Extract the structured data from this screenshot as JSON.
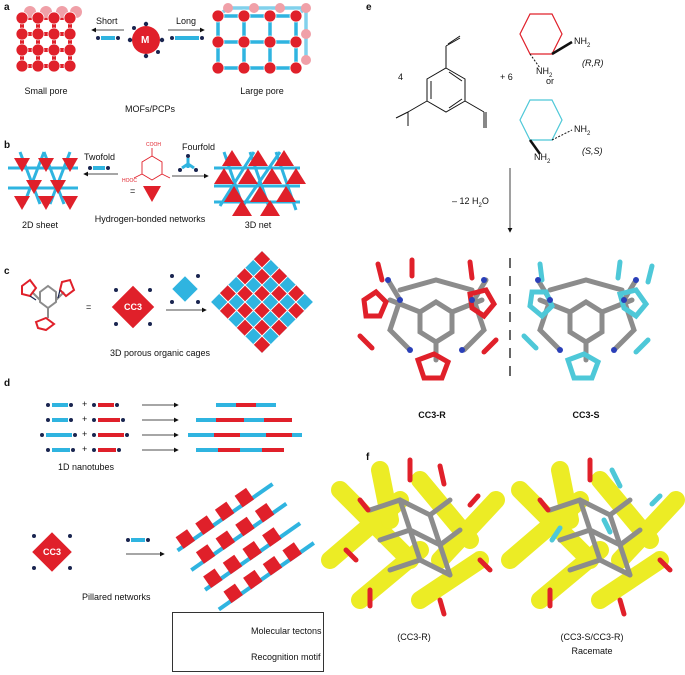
{
  "panels": {
    "a": "a",
    "b": "b",
    "c": "c",
    "d": "d",
    "e": "e",
    "f": "f"
  },
  "colors": {
    "red": "#e0202a",
    "blue": "#2fb4e0",
    "pink": "#f0a0a8",
    "navy": "#1a2550",
    "gray": "#8c8c8c",
    "yellow": "#ecec1a",
    "teal": "#4ec8d8"
  },
  "a": {
    "metal_label": "M",
    "short": "Short",
    "long": "Long",
    "small_pore": "Small pore",
    "large_pore": "Large pore",
    "caption": "MOFs/PCPs"
  },
  "b": {
    "twofold": "Twofold",
    "fourfold": "Fourfold",
    "equals": "=",
    "sheet": "2D sheet",
    "net": "3D net",
    "caption": "Hydrogen-bonded networks",
    "cooh": "COOH",
    "hooc": "HOOC"
  },
  "c": {
    "equals": "=",
    "cage": "CC3",
    "caption": "3D porous organic cages"
  },
  "d": {
    "plus": "+",
    "caption": "1D nanotubes",
    "cage": "CC3",
    "pillared": "Pillared networks"
  },
  "e": {
    "four": "4",
    "plus_six": "+ 6",
    "or": "or",
    "nh2": "NH",
    "two": "2",
    "rr": "(R,R)",
    "ss": "(S,S)",
    "water": "– 12 H",
    "water_sub": "2",
    "water_o": "O",
    "cc3r": "CC3-R",
    "cc3s": "CC3-S"
  },
  "f": {
    "left": "(CC3-R)",
    "right": "(CC3-S/CC3-R)",
    "racemate": "Racemate"
  },
  "legend": {
    "tectons": "Molecular tectons",
    "motif": "Recognition motif"
  }
}
